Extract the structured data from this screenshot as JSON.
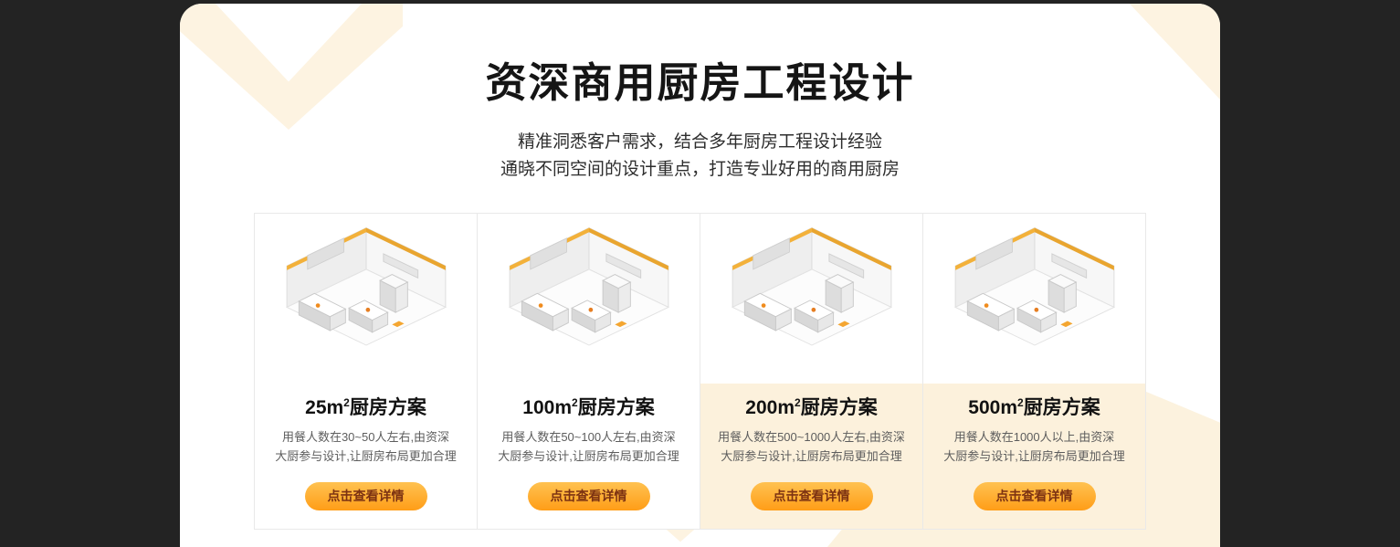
{
  "header": {
    "title": "资深商用厨房工程设计",
    "subtitle_line1": "精准洞悉客户需求，结合多年厨房工程设计经验",
    "subtitle_line2": "通晓不同空间的设计重点，打造专业好用的商用厨房"
  },
  "cards": [
    {
      "area": "25m",
      "area_sup": "2",
      "title_rest": "厨房方案",
      "desc_line1": "用餐人数在30~50人左右,由资深",
      "desc_line2": "大厨参与设计,让厨房布局更加合理",
      "button_label": "点击查看详情"
    },
    {
      "area": "100m",
      "area_sup": "2",
      "title_rest": "厨房方案",
      "desc_line1": "用餐人数在50~100人左右,由资深",
      "desc_line2": "大厨参与设计,让厨房布局更加合理",
      "button_label": "点击查看详情"
    },
    {
      "area": "200m",
      "area_sup": "2",
      "title_rest": "厨房方案",
      "desc_line1": "用餐人数在500~1000人左右,由资深",
      "desc_line2": "大厨参与设计,让厨房布局更加合理",
      "button_label": "点击查看详情"
    },
    {
      "area": "500m",
      "area_sup": "2",
      "title_rest": "厨房方案",
      "desc_line1": "用餐人数在1000人以上,由资深",
      "desc_line2": "大厨参与设计,让厨房布局更加合理",
      "button_label": "点击查看详情"
    }
  ],
  "colors": {
    "page_background": "#232323",
    "panel_background": "#ffffff",
    "accent_orange": "#ff9d17",
    "button_text": "#7c3212",
    "decor_cream": "#fdf3e1"
  }
}
